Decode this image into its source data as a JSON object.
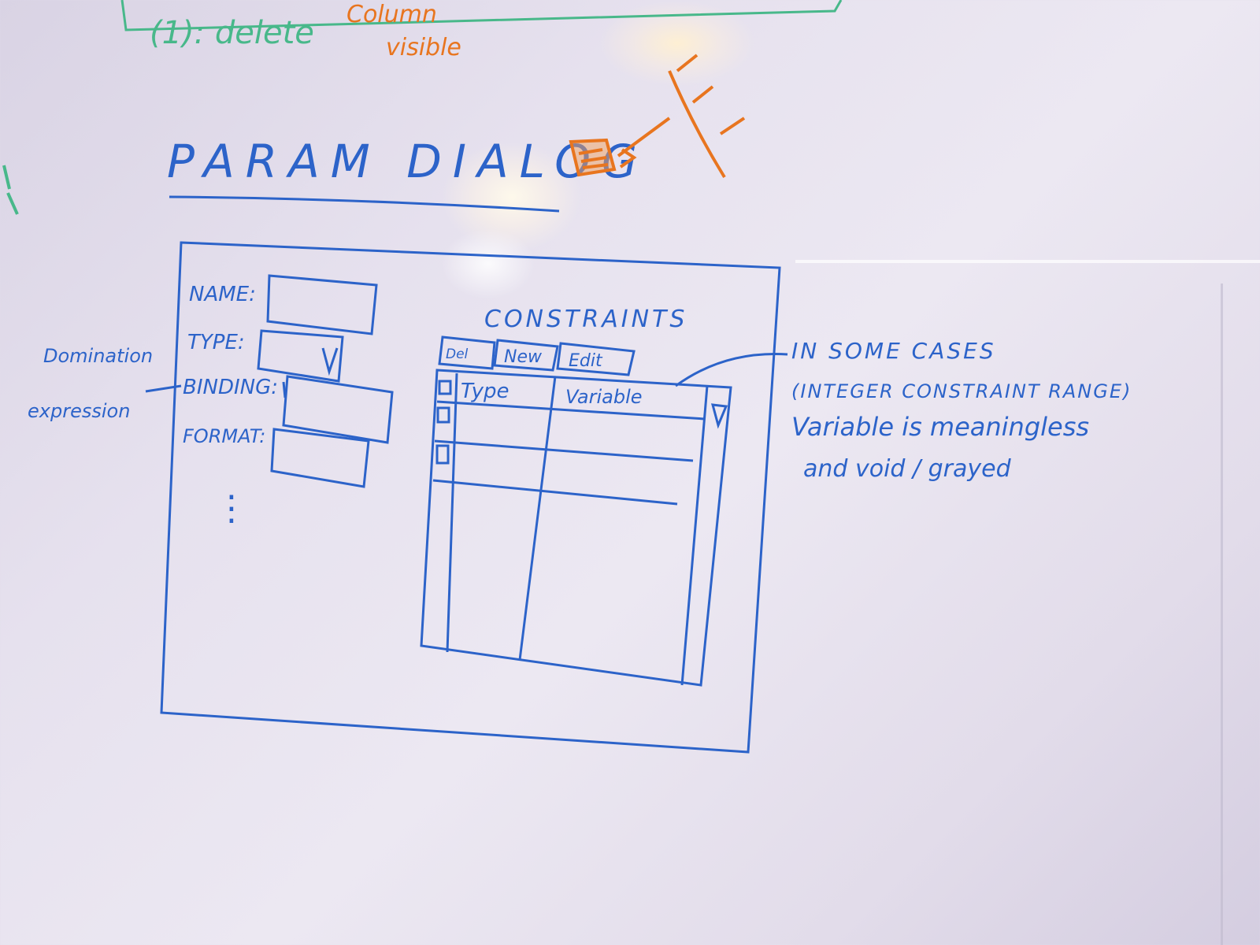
{
  "top_notes": {
    "green_text": "(1): delete",
    "orange_text_1": "Column",
    "orange_text_2": "visible"
  },
  "title": "PARAM DIALOG",
  "dialog": {
    "fields": [
      {
        "label": "NAME:"
      },
      {
        "label": "TYPE:"
      },
      {
        "label": "BINDING:"
      },
      {
        "label": "FORMAT:"
      }
    ],
    "ellipsis": "⋮",
    "constraints": {
      "heading": "CONSTRAINTS",
      "buttons": [
        "Del",
        "New",
        "Edit"
      ],
      "columns": [
        "Type",
        "Variable"
      ]
    }
  },
  "side_note_left": {
    "line1": "Domination",
    "line2": "expression"
  },
  "side_note_right": {
    "line1": "IN SOME CASES",
    "line2": "(INTEGER CONSTRAINT RANGE)",
    "line3": "Variable is meaningless",
    "line4": "and void / grayed"
  },
  "colors": {
    "blue_marker": "#2c63c9",
    "orange_marker": "#e8751f",
    "green_marker": "#48b88a",
    "board": "#e6e1ee"
  }
}
